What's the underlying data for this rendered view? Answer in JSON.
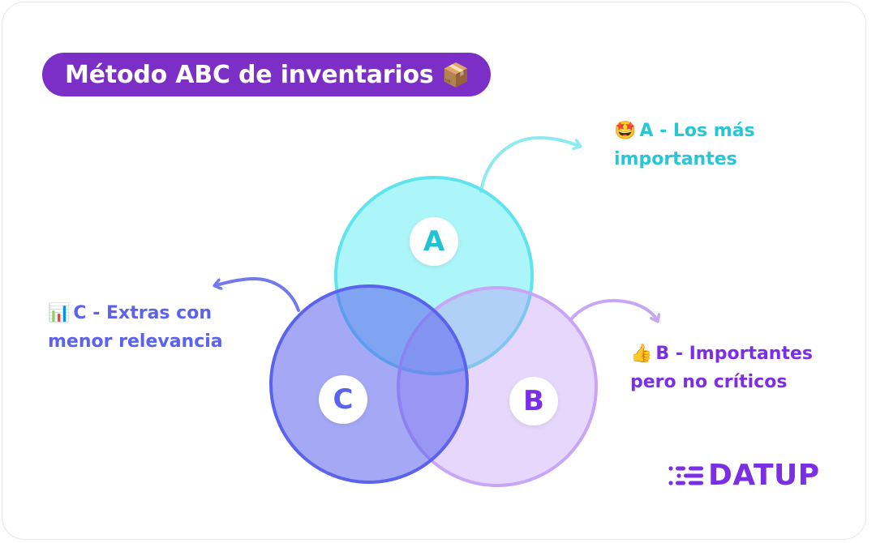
{
  "title": "Método ABC de inventarios",
  "title_emoji": "📦",
  "circles": {
    "a": {
      "letter": "A",
      "color": "#2fdde8"
    },
    "b": {
      "letter": "B",
      "color": "#b98cf5"
    },
    "c": {
      "letter": "C",
      "color": "#5b63ec"
    }
  },
  "labels": {
    "a": {
      "emoji": "🤩",
      "text": "A - Los más importantes",
      "color": "#27c7d6"
    },
    "b": {
      "emoji": "👍",
      "text": "B - Importantes pero no críticos",
      "color": "#7a2ee6"
    },
    "c": {
      "emoji": "📊",
      "text": "C - Extras con menor relevancia",
      "color": "#5b63ec"
    }
  },
  "brand": {
    "name": "DATUP",
    "color": "#7a2ee6"
  }
}
